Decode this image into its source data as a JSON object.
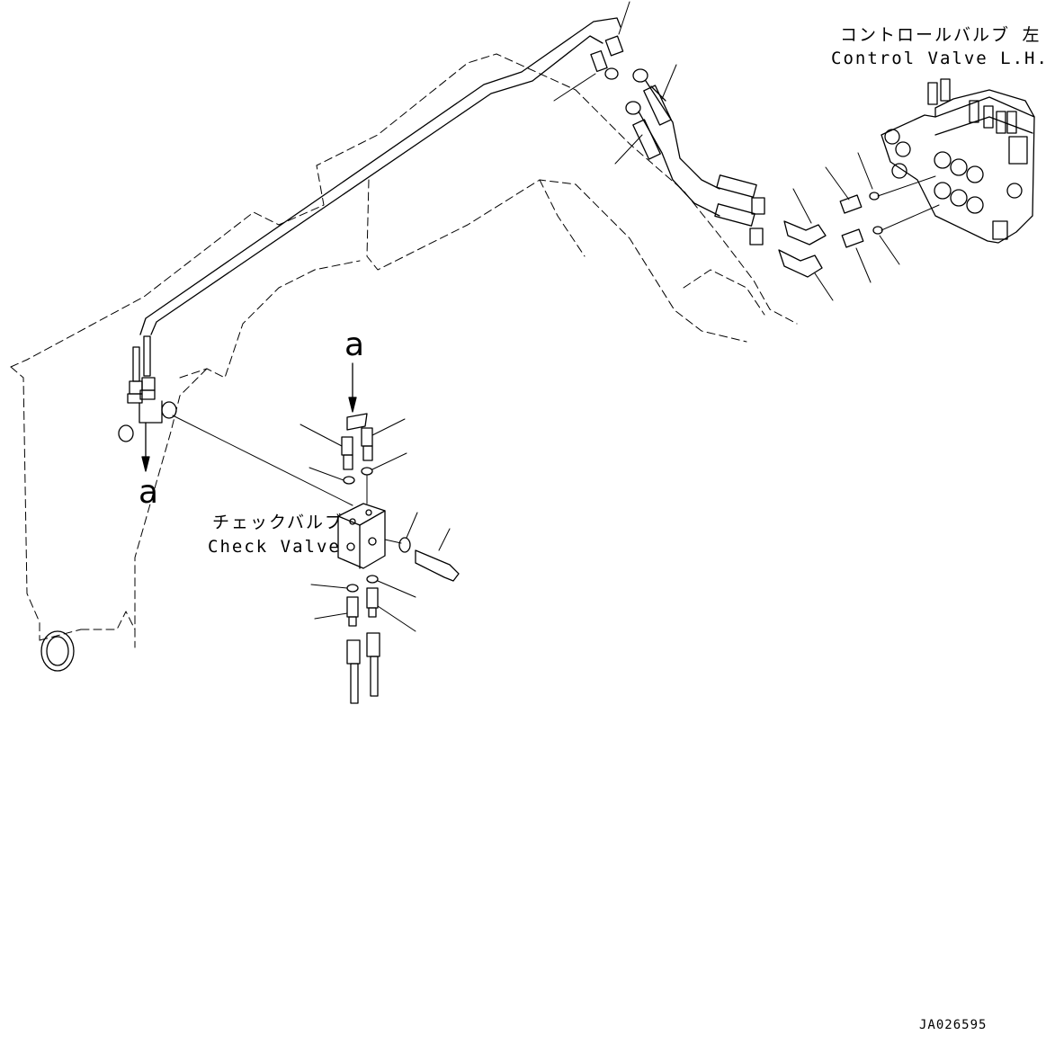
{
  "labels": {
    "control_valve_jp": "コントロールバルブ 左",
    "control_valve_en": "Control Valve L.H.",
    "check_valve_jp": "チェックバルブ",
    "check_valve_en": "Check Valve",
    "view_mark_top": "a",
    "view_mark_bottom": "a",
    "drawing_code": "JA026595"
  },
  "colors": {
    "line": "#000000",
    "background": "#ffffff"
  }
}
